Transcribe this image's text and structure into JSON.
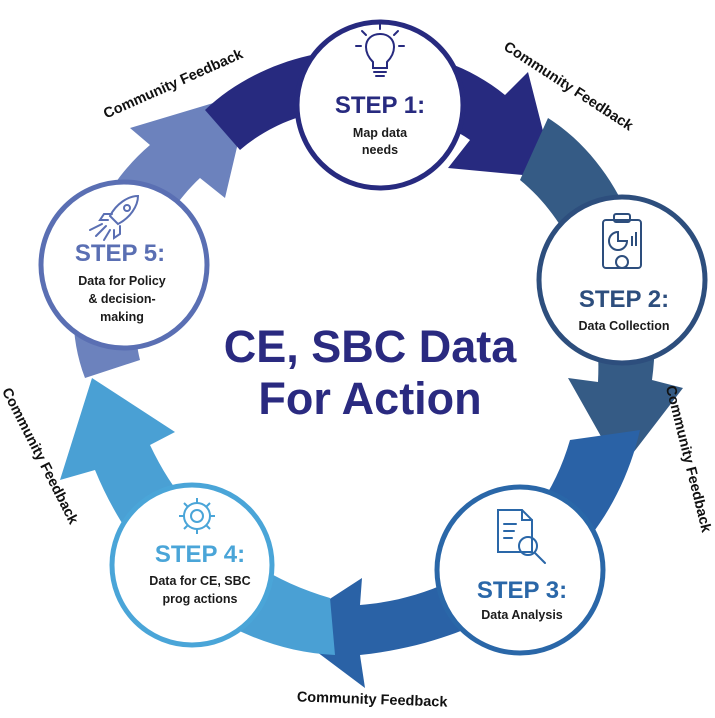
{
  "center_title": {
    "line1": "CE, SBC Data",
    "line2": "For Action"
  },
  "feedback_label": "Community Feedback",
  "steps": [
    {
      "title": "STEP 1:",
      "desc": [
        "Map data",
        "needs"
      ],
      "icon": "lightbulb-icon",
      "color": "#272a7f"
    },
    {
      "title": "STEP 2:",
      "desc": [
        "Data Collection"
      ],
      "icon": "clipboard-chart-icon",
      "color": "#2d4e7d"
    },
    {
      "title": "STEP 3:",
      "desc": [
        "Data Analysis"
      ],
      "icon": "document-search-icon",
      "color": "#2a67a8"
    },
    {
      "title": "STEP 4:",
      "desc": [
        "Data for CE, SBC",
        "prog actions"
      ],
      "icon": "gear-icon",
      "color": "#4aa5d8"
    },
    {
      "title": "STEP 5:",
      "desc": [
        "Data for Policy",
        "& decision-",
        "making"
      ],
      "icon": "rocket-icon",
      "color": "#5a6fb3"
    }
  ],
  "colors": {
    "arrow1": "#272a7f",
    "arrow2": "#355b85",
    "arrow3": "#2a62a6",
    "arrow4": "#4aa0d4",
    "arrow5": "#6c82bd",
    "center_text": "#2a2a80"
  }
}
